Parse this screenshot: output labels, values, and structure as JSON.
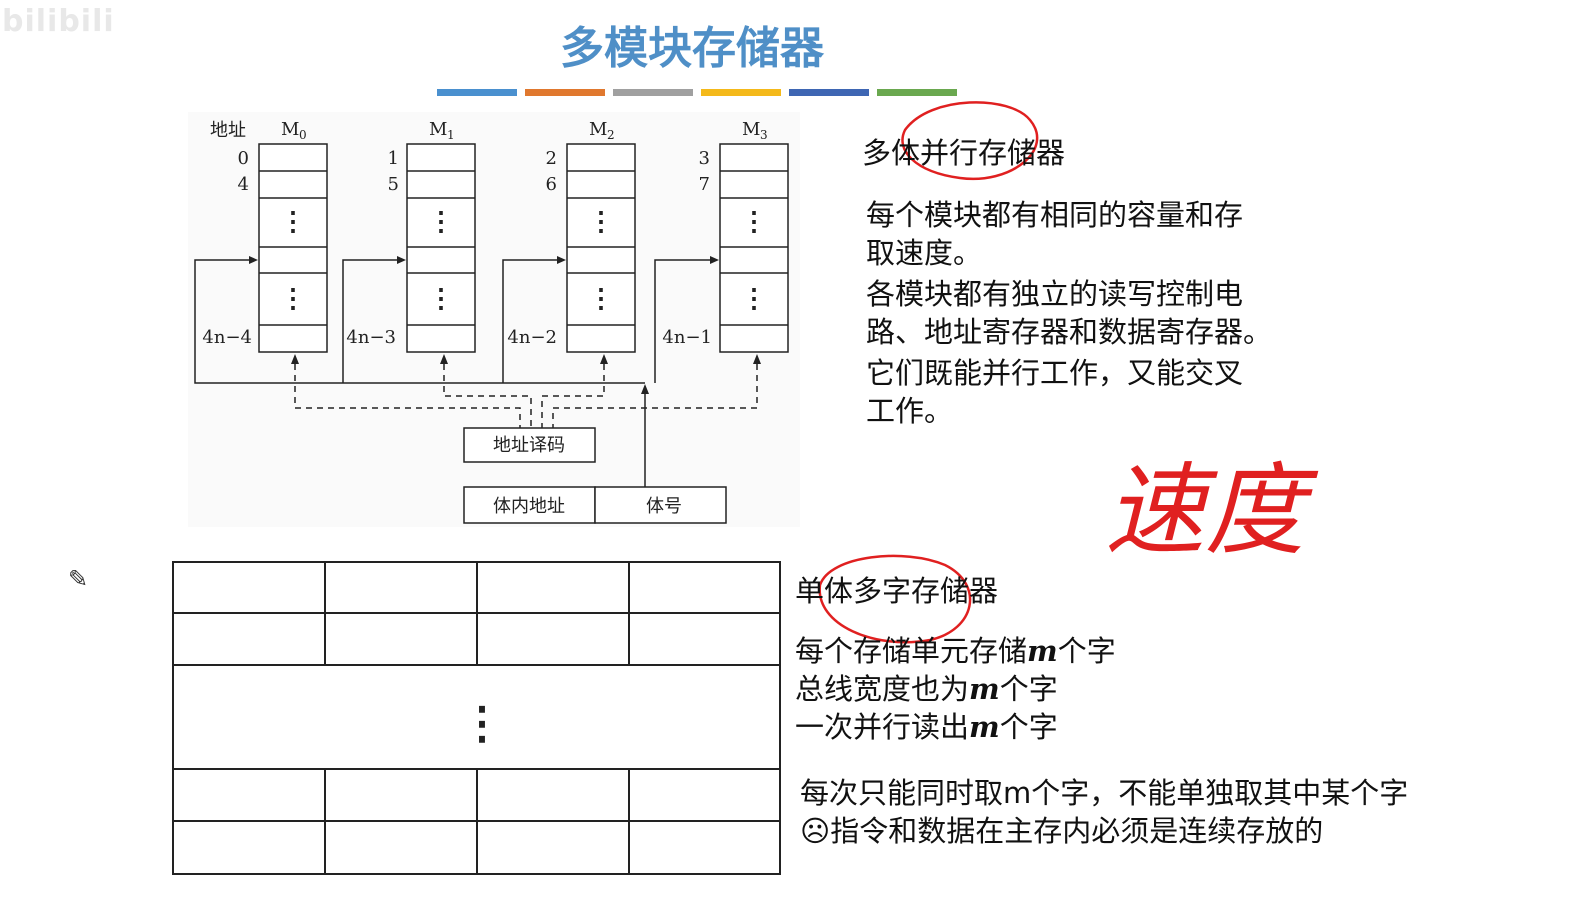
{
  "watermark": "bilibili",
  "title": "多模块存储器",
  "color_bar_colors": [
    "#4a90cf",
    "#e0782e",
    "#a0a0a0",
    "#f4b91a",
    "#3e66b3",
    "#6aa84f"
  ],
  "diagram": {
    "address_label": "地址",
    "modules": [
      {
        "label": "M",
        "sub": "0",
        "top": "0",
        "second": "4",
        "bottom": "4n−4"
      },
      {
        "label": "M",
        "sub": "1",
        "top": "1",
        "second": "5",
        "bottom": "4n−3"
      },
      {
        "label": "M",
        "sub": "2",
        "top": "2",
        "second": "6",
        "bottom": "4n−2"
      },
      {
        "label": "M",
        "sub": "3",
        "top": "3",
        "second": "7",
        "bottom": "4n−1"
      }
    ],
    "ellipsis": "⋮",
    "decoder_label": "地址译码",
    "in_module_address_label": "体内地址",
    "module_number_label": "体号"
  },
  "multi_bank": {
    "heading": "多体并行存储器",
    "lines": [
      "每个模块都有相同的容量和存",
      "取速度。",
      "各模块都有独立的读写控制电",
      "路、地址寄存器和数据寄存器。",
      "它们既能并行工作，又能交叉",
      "工作。"
    ]
  },
  "handwriting": {
    "text": "速度",
    "color": "#e02020"
  },
  "single_bank": {
    "heading": "单体多字存储器",
    "lines": [
      {
        "pre": "每个存储单元存储",
        "m": "m",
        "post": "个字"
      },
      {
        "pre": "总线宽度也为",
        "m": "m",
        "post": "个字"
      },
      {
        "pre": "一次并行读出",
        "m": "m",
        "post": "个字"
      }
    ],
    "note_lines": [
      "每次只能同时取m个字，不能单独取其中某个字",
      "☹指令和数据在主存内必须是连续存放的"
    ],
    "table_ellipsis": "⋮"
  },
  "icons": {
    "pencil": "pencil-icon"
  }
}
